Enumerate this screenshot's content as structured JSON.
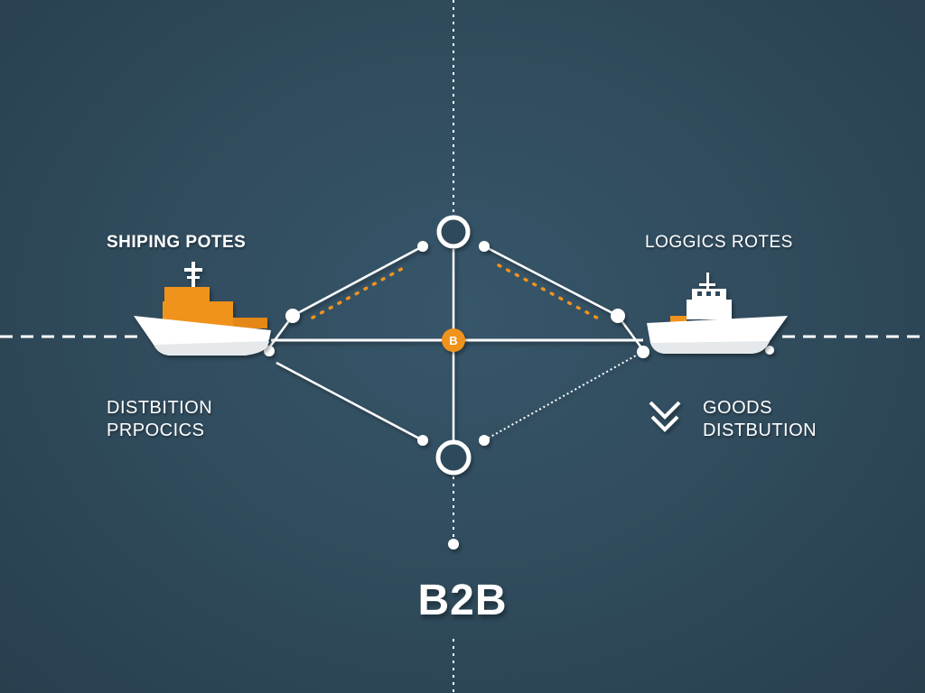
{
  "labels": {
    "shipping_routes": "SHIPING POTES",
    "logistics_routes": "LOGGICS ROTES",
    "distribution_line1": "DISTBITION",
    "distribution_line2": "PRPOCICS",
    "goods_line1": "GOODS",
    "goods_line2": "DISTBUTION",
    "b2b_title": "B2B",
    "hub_letter": "B"
  },
  "colors": {
    "background": "#2f4a5b",
    "line": "#ffffff",
    "accent": "#f0931e"
  },
  "icons": [
    "cargo-ship-icon",
    "fishing-boat-icon",
    "double-chevron-down-icon"
  ]
}
